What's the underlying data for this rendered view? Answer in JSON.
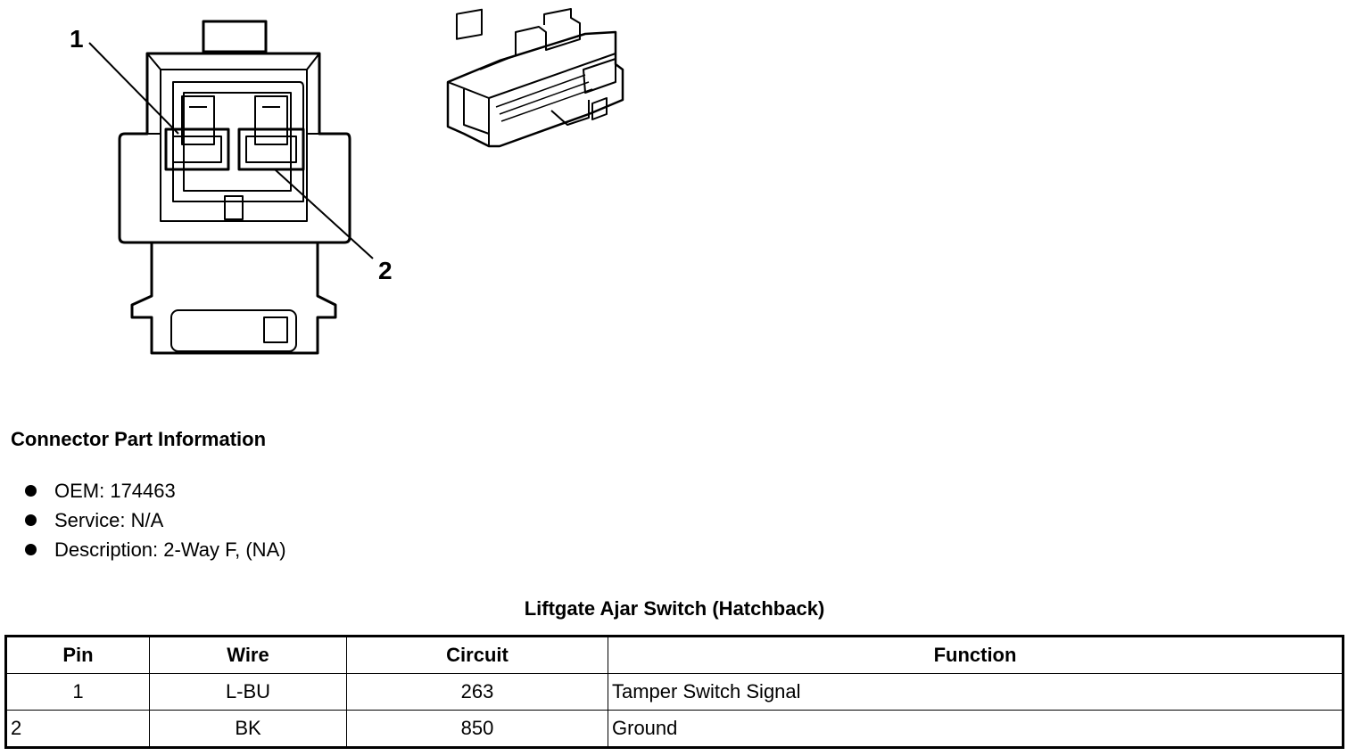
{
  "diagram": {
    "callouts": [
      "1",
      "2"
    ]
  },
  "connector_info": {
    "title": "Connector Part Information",
    "items": [
      "OEM: 174463",
      "Service: N/A",
      "Description: 2-Way F, (NA)"
    ]
  },
  "table": {
    "caption": "Liftgate Ajar Switch (Hatchback)",
    "headers": [
      "Pin",
      "Wire",
      "Circuit",
      "Function"
    ],
    "rows": [
      [
        "1",
        "L-BU",
        "263",
        "Tamper Switch Signal"
      ],
      [
        "2",
        "BK",
        "850",
        "Ground"
      ]
    ]
  }
}
